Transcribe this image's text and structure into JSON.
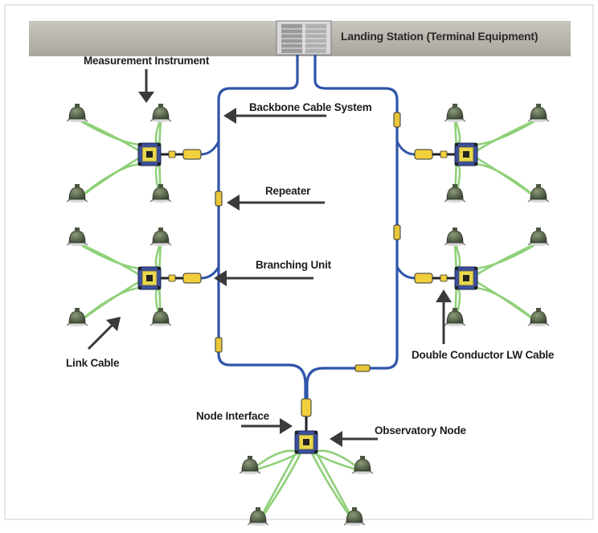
{
  "labels": {
    "landing_station": "Landing Station (Terminal Equipment)",
    "measurement_instrument": "Measurement Instrument",
    "backbone_cable": "Backbone Cable System",
    "repeater": "Repeater",
    "branching_unit": "Branching Unit",
    "link_cable": "Link Cable",
    "double_conductor": "Double Conductor LW Cable",
    "node_interface": "Node Interface",
    "observatory_node": "Observatory Node"
  },
  "colors": {
    "backbone": "#2f55a8",
    "link_cable": "#8fd079",
    "node": "#e8d84a",
    "branching_unit": "#f2cf3c",
    "instrument": "#5c6b4f",
    "ground": "#b8b4ab",
    "arrow": "#3a3a3a"
  }
}
